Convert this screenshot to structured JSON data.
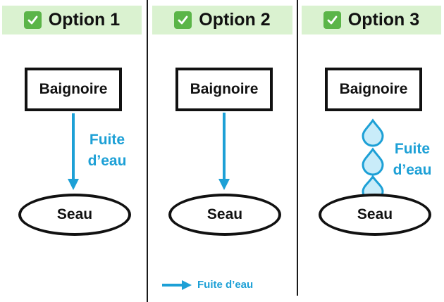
{
  "options": [
    {
      "label": "Option 1",
      "top_box": "Baignoire",
      "bottom_ellipse": "Seau",
      "annotation": [
        "Fuite",
        "d’eau"
      ]
    },
    {
      "label": "Option 2",
      "top_box": "Baignoire",
      "bottom_ellipse": "Seau"
    },
    {
      "label": "Option 3",
      "top_box": "Baignoire",
      "bottom_ellipse": "Seau",
      "annotation": [
        "Fuite",
        "d’eau"
      ]
    }
  ],
  "legend": {
    "label": "Fuite d’eau"
  },
  "colors": {
    "accent_blue": "#1da0d6",
    "header_green": "#daf2d0",
    "check_green": "#5bb548",
    "drop_fill": "#c9ecf9"
  },
  "icons": {
    "header": "checkbox-checked-icon",
    "leak": "water-drop-icon"
  }
}
